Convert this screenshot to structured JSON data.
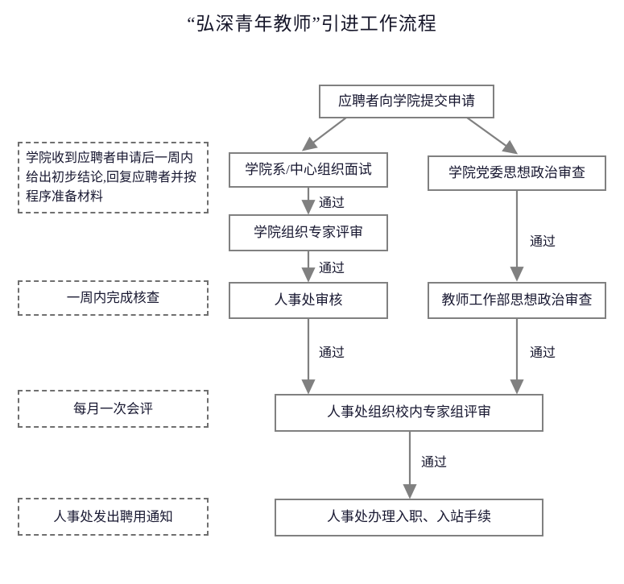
{
  "page": {
    "title": "“弘深青年教师”引进工作流程",
    "background_color": "#ffffff",
    "box_border_color": "#808080",
    "note_border_color": "#6f6f6f",
    "arrow_color": "#808080",
    "text_color": "#171730"
  },
  "nodes": {
    "apply": "应聘者向学院提交申请",
    "interview": "学院系/中心组织面试",
    "college_expert_review": "学院组织专家评审",
    "hr_check": "人事处审核",
    "party_political_review": "学院党委思想政治审查",
    "teacher_dept_political_review": "教师工作部思想政治审查",
    "hr_campus_expert_panel": "人事处组织校内专家组评审",
    "hr_onboarding": "人事处办理入职、入站手续"
  },
  "notes": {
    "note_one_week_reply": "学院收到应聘者申请后一周内给出初步结论,回复应聘者并按程序准备材料",
    "note_one_week_check": "一周内完成核查",
    "note_monthly_review": "每月一次会评",
    "note_offer_notice": "人事处发出聘用通知"
  },
  "edge_labels": {
    "pass_interview_to_expert": "通过",
    "pass_expert_to_hr": "通过",
    "pass_hr_to_panel": "通过",
    "pass_party_to_teacher_dept": "通过",
    "pass_teacher_dept_to_panel": "通过",
    "pass_panel_to_onboarding": "通过"
  }
}
